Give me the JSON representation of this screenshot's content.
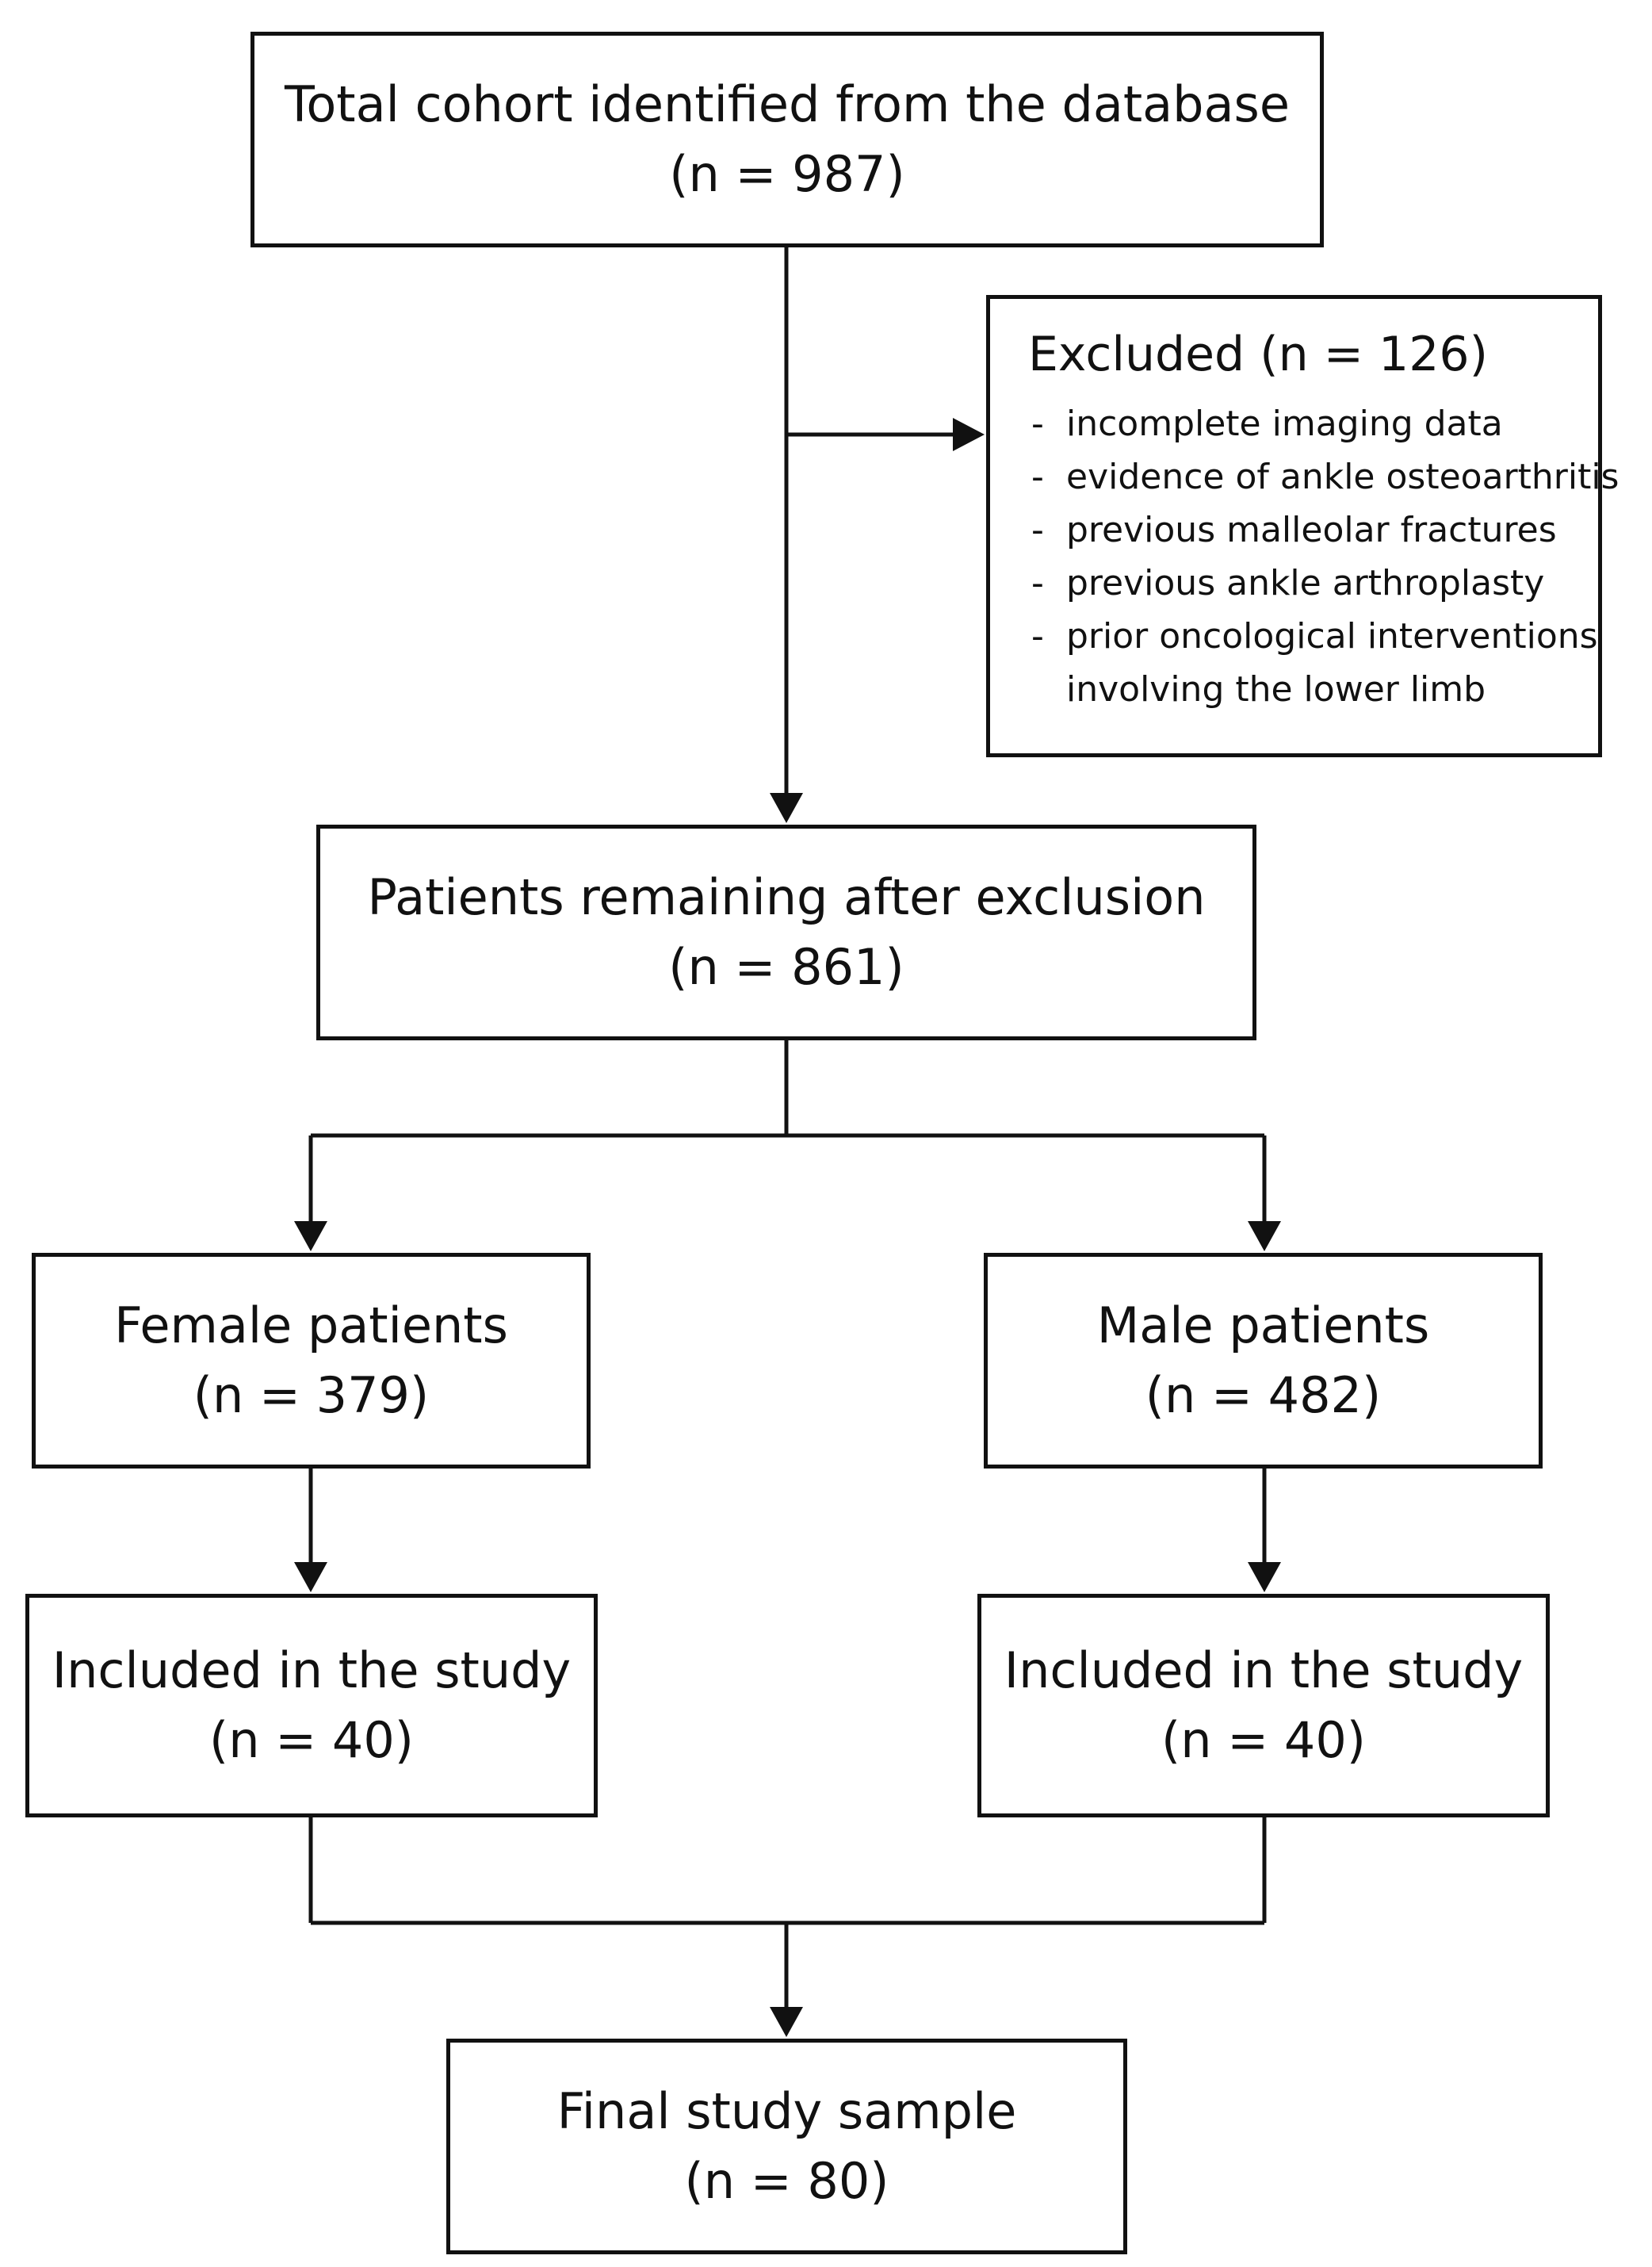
{
  "diagram": {
    "total": {
      "title": "Total cohort identified from the database",
      "count": "(n = 987)"
    },
    "excluded": {
      "title": "Excluded (n = 126)",
      "reasons": [
        "incomplete imaging data",
        "evidence of ankle osteoarthritis",
        "previous malleolar fractures",
        "previous ankle arthroplasty",
        "prior oncological interventions",
        "involving the lower limb"
      ]
    },
    "remaining": {
      "title": "Patients remaining after exclusion",
      "count": "(n = 861)"
    },
    "female": {
      "title": "Female patients",
      "count": "(n = 379)"
    },
    "male": {
      "title": "Male patients",
      "count": "(n = 482)"
    },
    "included_female": {
      "title": "Included in the study",
      "count": "(n = 40)"
    },
    "included_male": {
      "title": "Included in the study",
      "count": "(n = 40)"
    },
    "final": {
      "title": "Final study sample",
      "count": "(n = 80)"
    }
  }
}
